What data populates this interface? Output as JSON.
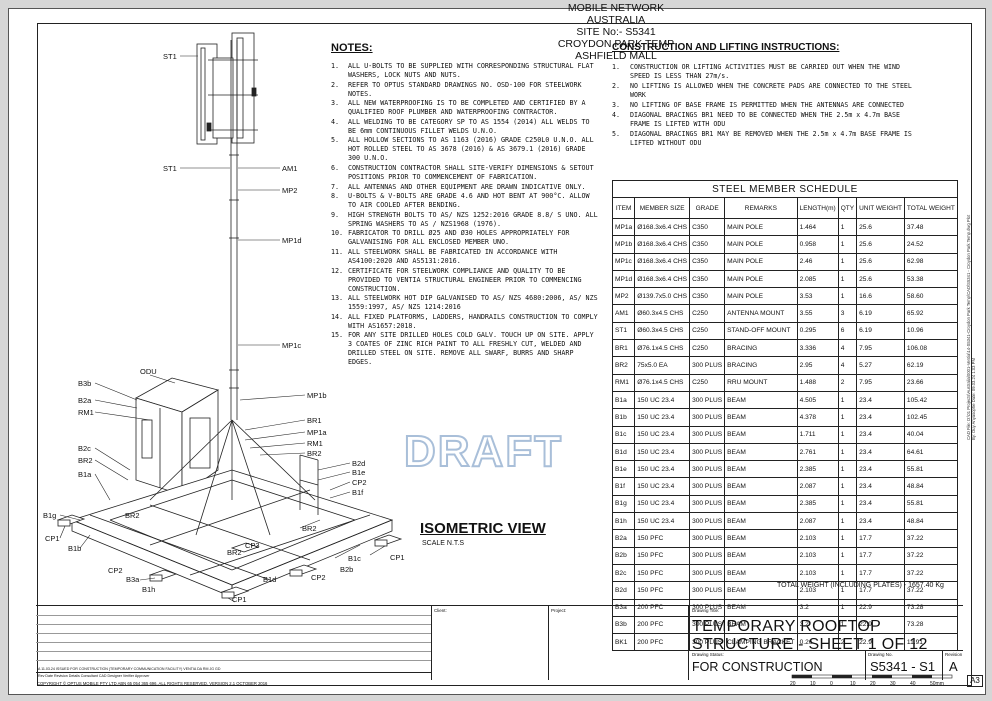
{
  "drawing": {
    "draft_watermark": "DRAFT",
    "iso_title": "ISOMETRIC VIEW",
    "iso_scale": "SCALE N.T.S",
    "labels": {
      "st1_top": "ST1",
      "st1": "ST1",
      "am1": "AM1",
      "mp2": "MP2",
      "mp1d": "MP1d",
      "mp1c": "MP1c",
      "odu": "ODU",
      "b3b": "B3b",
      "b2a": "B2a",
      "rm1_left": "RM1",
      "mp1b": "MP1b",
      "br1": "BR1",
      "mp1a": "MP1a",
      "rm1_right": "RM1",
      "br2_right": "BR2",
      "b2d": "B2d",
      "b1e": "B1e",
      "cp2_right": "CP2",
      "b1f": "B1f",
      "b2c": "B2c",
      "br2_left": "BR2",
      "b1a": "B1a",
      "b1g": "B1g",
      "cp1_left": "CP1",
      "b1b": "B1b",
      "br2_mid": "BR2",
      "br2_front": "BR2",
      "br2_lower": "BR2",
      "cp3": "CP3",
      "cp2_left": "CP2",
      "b3a": "B3a",
      "b1h": "B1h",
      "b2b": "B2b",
      "b1c": "B1c",
      "cp1_right": "CP1",
      "b1d": "B1d",
      "cp2_front": "CP2",
      "cp1_front": "CP1"
    }
  },
  "notes": {
    "heading": "NOTES:",
    "items": [
      {
        "n": "1.",
        "t": "ALL U-BOLTS TO BE SUPPLIED WITH CORRESPONDING STRUCTURAL FLAT WASHERS, LOCK NUTS AND NUTS."
      },
      {
        "n": "2.",
        "t": "REFER TO OPTUS STANDARD DRAWINGS NO. OSD-100 FOR STEELWORK NOTES."
      },
      {
        "n": "3.",
        "t": "ALL NEW WATERPROOFING IS TO BE COMPLETED AND CERTIFIED BY A QUALIFIED ROOF PLUMBER AND WATERPROOFING CONTRACTOR."
      },
      {
        "n": "4.",
        "t": "ALL WELDING TO BE CATEGORY SP TO AS 1554 (2014) ALL WELDS TO BE 6mm CONTINUOUS FILLET WELDS U.N.O."
      },
      {
        "n": "5.",
        "t": "ALL HOLLOW SECTIONS TO AS 1163 (2016) GRADE C250L0 U.N.O. ALL HOT ROLLED STEEL TO AS 3678 (2016) & AS 3679.1 (2016) GRADE 300 U.N.O."
      },
      {
        "n": "6.",
        "t": "CONSTRUCTION CONTRACTOR SHALL SITE-VERIFY DIMENSIONS & SETOUT POSITIONS PRIOR TO COMMENCEMENT OF FABRICATION."
      },
      {
        "n": "7.",
        "t": "ALL ANTENNAS AND OTHER EQUIPMENT ARE DRAWN INDICATIVE ONLY."
      },
      {
        "n": "8.",
        "t": "U-BOLTS & V-BOLTS ARE GRADE 4.6 AND HOT BENT AT 900°C. ALLOW TO AIR COOLED AFTER BENDING."
      },
      {
        "n": "9.",
        "t": "HIGH STRENGTH BOLTS TO AS/ NZS 1252:2016 GRADE 8.8/ S UNO. ALL SPRING WASHERS TO AS / NZS1968 (1976)."
      },
      {
        "n": "10.",
        "t": "FABRICATOR TO DRILL Ø25 AND Ø30 HOLES APPROPRIATELY FOR GALVANISING FOR ALL ENCLOSED MEMBER UNO."
      },
      {
        "n": "11.",
        "t": "ALL STEELWORK SHALL BE FABRICATED IN ACCORDANCE WITH AS4100:2020 AND AS5131:2016."
      },
      {
        "n": "12.",
        "t": "CERTIFICATE FOR STEELWORK COMPLIANCE AND QUALITY TO BE PROVIDED TO VENTIA STRUCTURAL ENGINEER PRIOR TO COMMENCING CONSTRUCTION."
      },
      {
        "n": "13.",
        "t": "ALL STEELWORK HOT DIP GALVANISED TO AS/ NZS 4680:2006, AS/ NZS 1559:1997, AS/ NZS 1214:2016"
      },
      {
        "n": "14.",
        "t": "ALL FIXED PLATFORMS, LADDERS, HANDRAILS CONSTRUCTION TO COMPLY WITH AS1657:2018."
      },
      {
        "n": "15.",
        "t": "FOR ANY SITE DRILLED HOLES COLD GALV. TOUCH UP ON SITE. APPLY 3 COATES OF ZINC RICH PAINT TO ALL FRESHLY CUT, WELDED AND DRILLED STEEL ON SITE. REMOVE ALL SWARF, BURRS AND SHARP EDGES."
      }
    ]
  },
  "construction": {
    "heading": "CONSTRUCTION AND LIFTING INSTRUCTIONS:",
    "items": [
      {
        "n": "1.",
        "t": "CONSTRUCTION OR LIFTING ACTIVITIES MUST BE CARRIED OUT WHEN THE WIND SPEED IS LESS THAN 27m/s."
      },
      {
        "n": "2.",
        "t": "NO LIFTING IS ALLOWED WHEN THE CONCRETE PADS ARE CONNECTED TO THE STEEL WORK"
      },
      {
        "n": "3.",
        "t": "NO LIFTING OF BASE FRAME IS PERMITTED WHEN THE ANTENNAS ARE CONNECTED"
      },
      {
        "n": "4.",
        "t": "DIAGONAL BRACINGS BR1 NEED TO BE CONNECTED WHEN THE 2.5m x 4.7m BASE FRAME IS LIFTED WITH ODU"
      },
      {
        "n": "5.",
        "t": "DIAGONAL BRACINGS BR1 MAY BE REMOVED  WHEN THE 2.5m x 4.7m BASE FRAME IS LIFTED WITHOUT ODU"
      }
    ]
  },
  "schedule": {
    "title": "STEEL MEMBER SCHEDULE",
    "headers": [
      "ITEM",
      "MEMBER SIZE",
      "GRADE",
      "REMARKS",
      "LENGTH(m)",
      "QTY",
      "UNIT WEIGHT",
      "TOTAL WEIGHT"
    ],
    "rows": [
      [
        "MP1a",
        "Ø168.3x6.4 CHS",
        "C350",
        "MAIN POLE",
        "1.464",
        "1",
        "25.6",
        "37.48"
      ],
      [
        "MP1b",
        "Ø168.3x6.4 CHS",
        "C350",
        "MAIN POLE",
        "0.958",
        "1",
        "25.6",
        "24.52"
      ],
      [
        "MP1c",
        "Ø168.3x6.4 CHS",
        "C350",
        "MAIN POLE",
        "2.46",
        "1",
        "25.6",
        "62.98"
      ],
      [
        "MP1d",
        "Ø168.3x6.4 CHS",
        "C350",
        "MAIN POLE",
        "2.085",
        "1",
        "25.6",
        "53.38"
      ],
      [
        "MP2",
        "Ø139.7x5.0 CHS",
        "C350",
        "MAIN POLE",
        "3.53",
        "1",
        "16.6",
        "58.60"
      ],
      [
        "AM1",
        "Ø60.3x4.5 CHS",
        "C250",
        "ANTENNA MOUNT",
        "3.55",
        "3",
        "6.19",
        "65.92"
      ],
      [
        "ST1",
        "Ø60.3x4.5 CHS",
        "C250",
        "STAND-OFF MOUNT",
        "0.295",
        "6",
        "6.19",
        "10.96"
      ],
      [
        "BR1",
        "Ø76.1x4.5 CHS",
        "C250",
        "BRACING",
        "3.336",
        "4",
        "7.95",
        "106.08"
      ],
      [
        "BR2",
        "75x5.0 EA",
        "300 PLUS",
        "BRACING",
        "2.95",
        "4",
        "5.27",
        "62.19"
      ],
      [
        "RM1",
        "Ø76.1x4.5 CHS",
        "C250",
        "RRU MOUNT",
        "1.488",
        "2",
        "7.95",
        "23.66"
      ],
      [
        "B1a",
        "150 UC 23.4",
        "300 PLUS",
        "BEAM",
        "4.505",
        "1",
        "23.4",
        "105.42"
      ],
      [
        "B1b",
        "150 UC 23.4",
        "300 PLUS",
        "BEAM",
        "4.378",
        "1",
        "23.4",
        "102.45"
      ],
      [
        "B1c",
        "150 UC 23.4",
        "300 PLUS",
        "BEAM",
        "1.711",
        "1",
        "23.4",
        "40.04"
      ],
      [
        "B1d",
        "150 UC 23.4",
        "300 PLUS",
        "BEAM",
        "2.761",
        "1",
        "23.4",
        "64.61"
      ],
      [
        "B1e",
        "150 UC 23.4",
        "300 PLUS",
        "BEAM",
        "2.385",
        "1",
        "23.4",
        "55.81"
      ],
      [
        "B1f",
        "150 UC 23.4",
        "300 PLUS",
        "BEAM",
        "2.087",
        "1",
        "23.4",
        "48.84"
      ],
      [
        "B1g",
        "150 UC 23.4",
        "300 PLUS",
        "BEAM",
        "2.385",
        "1",
        "23.4",
        "55.81"
      ],
      [
        "B1h",
        "150 UC 23.4",
        "300 PLUS",
        "BEAM",
        "2.087",
        "1",
        "23.4",
        "48.84"
      ],
      [
        "B2a",
        "150 PFC",
        "300 PLUS",
        "BEAM",
        "2.103",
        "1",
        "17.7",
        "37.22"
      ],
      [
        "B2b",
        "150 PFC",
        "300 PLUS",
        "BEAM",
        "2.103",
        "1",
        "17.7",
        "37.22"
      ],
      [
        "B2c",
        "150 PFC",
        "300 PLUS",
        "BEAM",
        "2.103",
        "1",
        "17.7",
        "37.22"
      ],
      [
        "B2d",
        "150 PFC",
        "300 PLUS",
        "BEAM",
        "2.103",
        "1",
        "17.7",
        "37.22"
      ],
      [
        "B3a",
        "200 PFC",
        "300 PLUS",
        "BEAM",
        "3.2",
        "1",
        "22.9",
        "73.28"
      ],
      [
        "B3b",
        "200 PFC",
        "300 PLUS",
        "BEAM",
        "3.2",
        "1",
        "22.9",
        "73.28"
      ],
      [
        "BK1",
        "200 PFC",
        "300 PLUS",
        "CLAMPING BRACKET",
        "0.26",
        "2",
        "22.9",
        "11.91"
      ]
    ],
    "total": "TOTAL WEIGHT (INCLUDING PLATES)  - 1657.40 Kg"
  },
  "title_block": {
    "rev": {
      "row": "A   11.03.24   ISSUED FOR CONSTRUCTION (TEMPORARY COMMUNICATION FACILITY)   VENTIA   DA   RM   JG   GD",
      "header": "Rev   Date   Revision Details   Consultant  CAD   Designer  Verifier  Approver"
    },
    "client_label": "Client:",
    "project_label": "Project:",
    "project_lines": [
      "MOBILE NETWORK",
      "AUSTRALIA",
      "SITE No:- S5341",
      "CROYDON PARK TEMP",
      "ASHFIELD MALL"
    ],
    "drawing_title_label": "Drawing Title:",
    "drawing_title": [
      "TEMPORARY ROOFTOP",
      "STRUCTURE - SHEET 1 OF 12"
    ],
    "status_label": "Drawing Status:",
    "status": "FOR CONSTRUCTION",
    "number_label": "Drawing No.",
    "number": "S5341 - S1",
    "revision_label": "Revision",
    "revision": "A",
    "copyright": "COPYRIGHT © OPTUS MOBILE PTY LTD ABN 65 054 365 696. ALL RIGHTS RESERVED. VERSION 2.1 OCTOBER 2016",
    "scale_ticks": [
      "20",
      "10",
      "0",
      "10",
      "20",
      "30",
      "40",
      "50mm"
    ],
    "sheet_size": "A3",
    "cad_ref": "CAD File: D:\\01 Projects\\Australia\\0001-Ventia\\14-S5341-Croydon Park Temp\\CAD\\S5341 - Croydon Park Temp.dwg  Plot By: Duy Anyasophe  Date: 09.03.24 1:03 PM"
  }
}
